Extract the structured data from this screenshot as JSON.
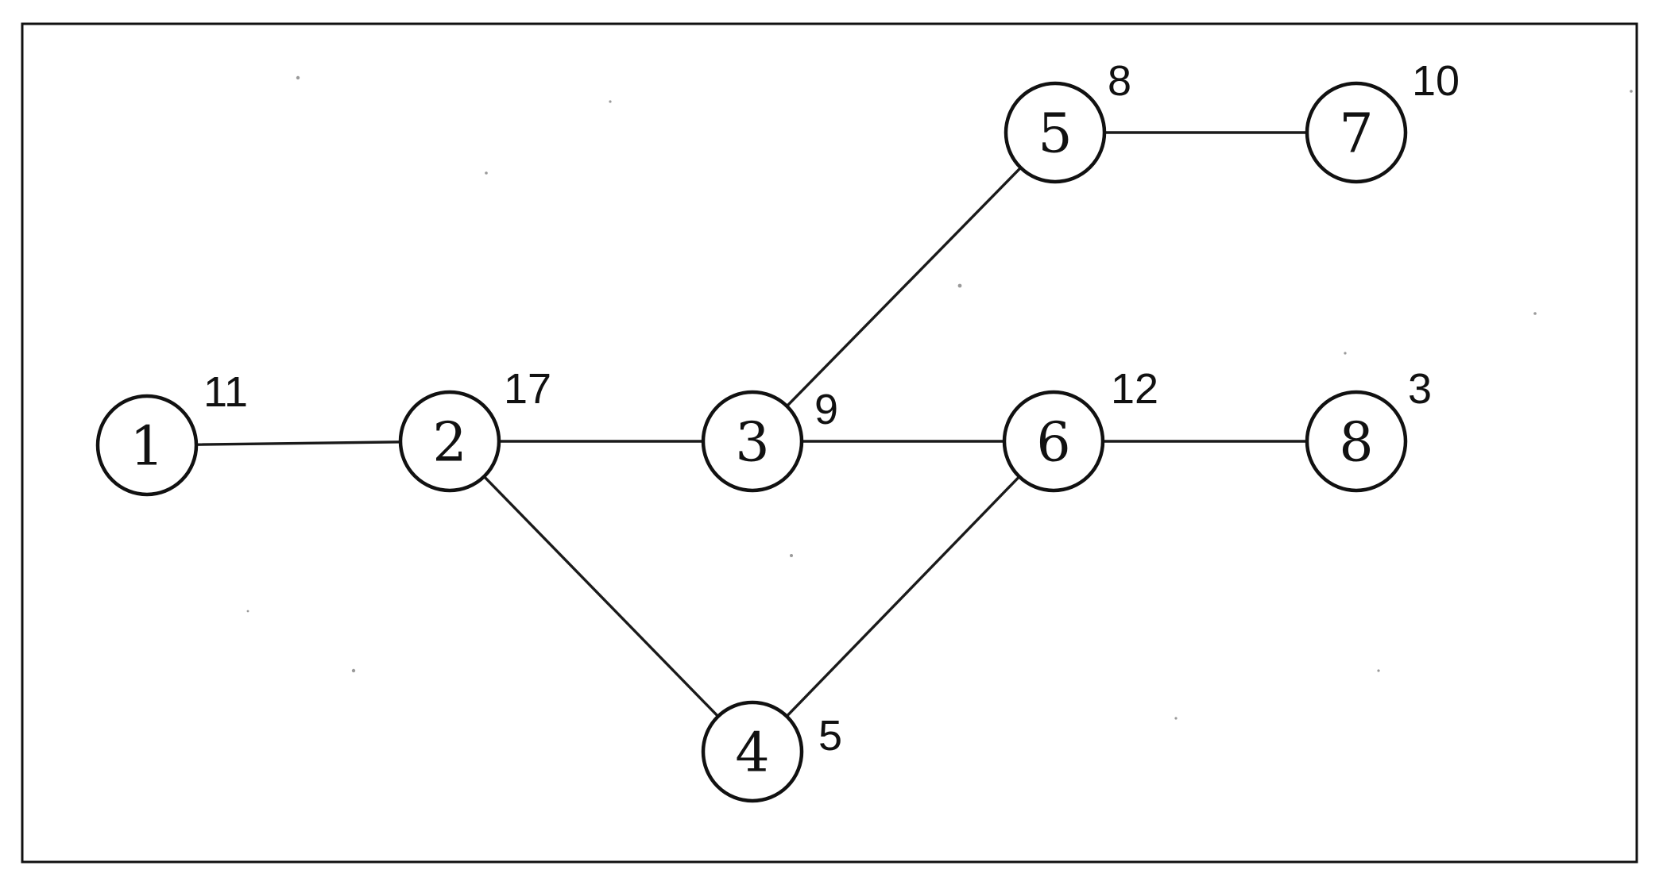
{
  "nodes": [
    {
      "id": "1",
      "label": "1",
      "weight": "11"
    },
    {
      "id": "2",
      "label": "2",
      "weight": "17"
    },
    {
      "id": "3",
      "label": "3",
      "weight": "9"
    },
    {
      "id": "4",
      "label": "4",
      "weight": "5"
    },
    {
      "id": "5",
      "label": "5",
      "weight": "8"
    },
    {
      "id": "6",
      "label": "6",
      "weight": "12"
    },
    {
      "id": "7",
      "label": "7",
      "weight": "10"
    },
    {
      "id": "8",
      "label": "8",
      "weight": "3"
    }
  ],
  "edges": [
    {
      "from": "1",
      "to": "2"
    },
    {
      "from": "2",
      "to": "3"
    },
    {
      "from": "2",
      "to": "4"
    },
    {
      "from": "3",
      "to": "5"
    },
    {
      "from": "3",
      "to": "6"
    },
    {
      "from": "4",
      "to": "6"
    },
    {
      "from": "5",
      "to": "7"
    },
    {
      "from": "6",
      "to": "8"
    }
  ]
}
